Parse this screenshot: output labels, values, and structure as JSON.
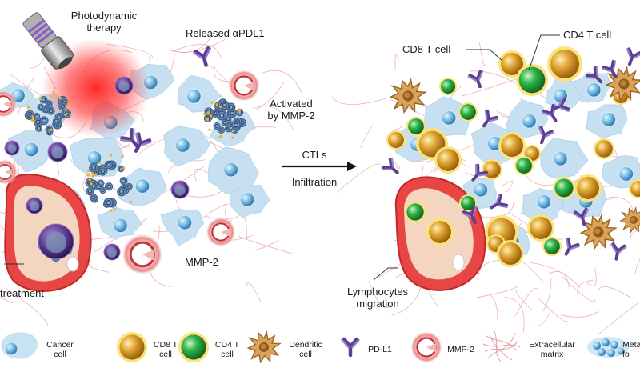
{
  "labels": {
    "photodynamic_line1": "Photodynamic",
    "photodynamic_line2": "therapy",
    "released": "Released αPDL1",
    "activated_line1": "Activated",
    "activated_line2": "by MMP-2",
    "ctls": "CTLs",
    "infiltration": "Infiltration",
    "mmp2": "MMP-2",
    "treatment": "treatment",
    "cd8": "CD8 T cell",
    "cd4": "CD4 T cell",
    "lymph_line1": "Lymphocytes",
    "lymph_line2": "migration"
  },
  "legend": [
    {
      "line1": "Cancer",
      "line2": "cell",
      "icon": "cancer-cell-icon"
    },
    {
      "line1": "CD8 T",
      "line2": "cell",
      "icon": "cd8-t-cell-icon"
    },
    {
      "line1": "CD4 T",
      "line2": "cell",
      "icon": "cd4-t-cell-icon"
    },
    {
      "line1": "Dendritic",
      "line2": "cell",
      "icon": "dendritic-cell-icon"
    },
    {
      "line1": "PD-L1",
      "line2": "",
      "icon": "pd-l1-icon"
    },
    {
      "line1": "MMP-2",
      "line2": "",
      "icon": "mmp-2-icon"
    },
    {
      "line1": "Extracellular",
      "line2": "matrix",
      "icon": "extracellular-matrix-icon"
    },
    {
      "line1": "Metas",
      "line2": "fo",
      "icon": "metastasis-icon"
    }
  ],
  "colors": {
    "cancer": "#c9e2f2",
    "nucleus": "#5aa7d6",
    "cd8": "#d89a1e",
    "cd4": "#22a33a",
    "dendritic": "#d9a050",
    "antibody": "#6a4f9e",
    "mmp": "#e0404a",
    "matrix": "#e9a0a8",
    "laser": "#ff2020",
    "vessel": "#e85050"
  }
}
